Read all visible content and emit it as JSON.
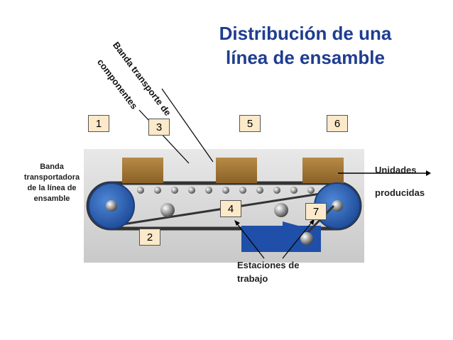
{
  "title": {
    "line1": "Distribución de una",
    "line2": "línea de ensamble"
  },
  "diagonal_labels": {
    "line1": "Banda transporte de",
    "line2": "componentes"
  },
  "left_label": [
    "Banda",
    "transportadora",
    "de la línea de",
    "ensamble"
  ],
  "right_label": [
    "Unidades",
    "producidas"
  ],
  "stations_label": [
    "Estaciones de",
    "trabajo"
  ],
  "number_boxes": [
    "1",
    "2",
    "3",
    "4",
    "5",
    "6",
    "7"
  ],
  "colors": {
    "title": "#1f3d8f",
    "box_fill": "#fbe9c9",
    "pulley_blue": "#2e63b8",
    "station_blue": "#1f4fa8",
    "product_brown": "#a87a3c",
    "frame_gray": "#d8d8d8"
  }
}
